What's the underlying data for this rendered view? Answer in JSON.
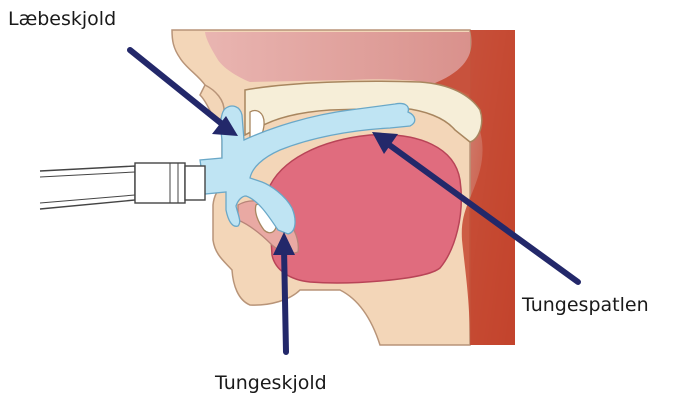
{
  "labels": {
    "lip_shield": "Læbeskjold",
    "tongue_blade": "Tungespatlen",
    "tongue_shield": "Tungeskjold"
  },
  "colors": {
    "skin": "#f3d6b8",
    "palate": "#d79a97",
    "nasal_cavity": "#e8b4b0",
    "airway": "#bfe4f3",
    "tongue": "#e06c7e",
    "throat": "#c23a26",
    "bone": "#f6eed8",
    "arrow": "#23286a"
  },
  "icons": [
    "arrow-icon"
  ]
}
